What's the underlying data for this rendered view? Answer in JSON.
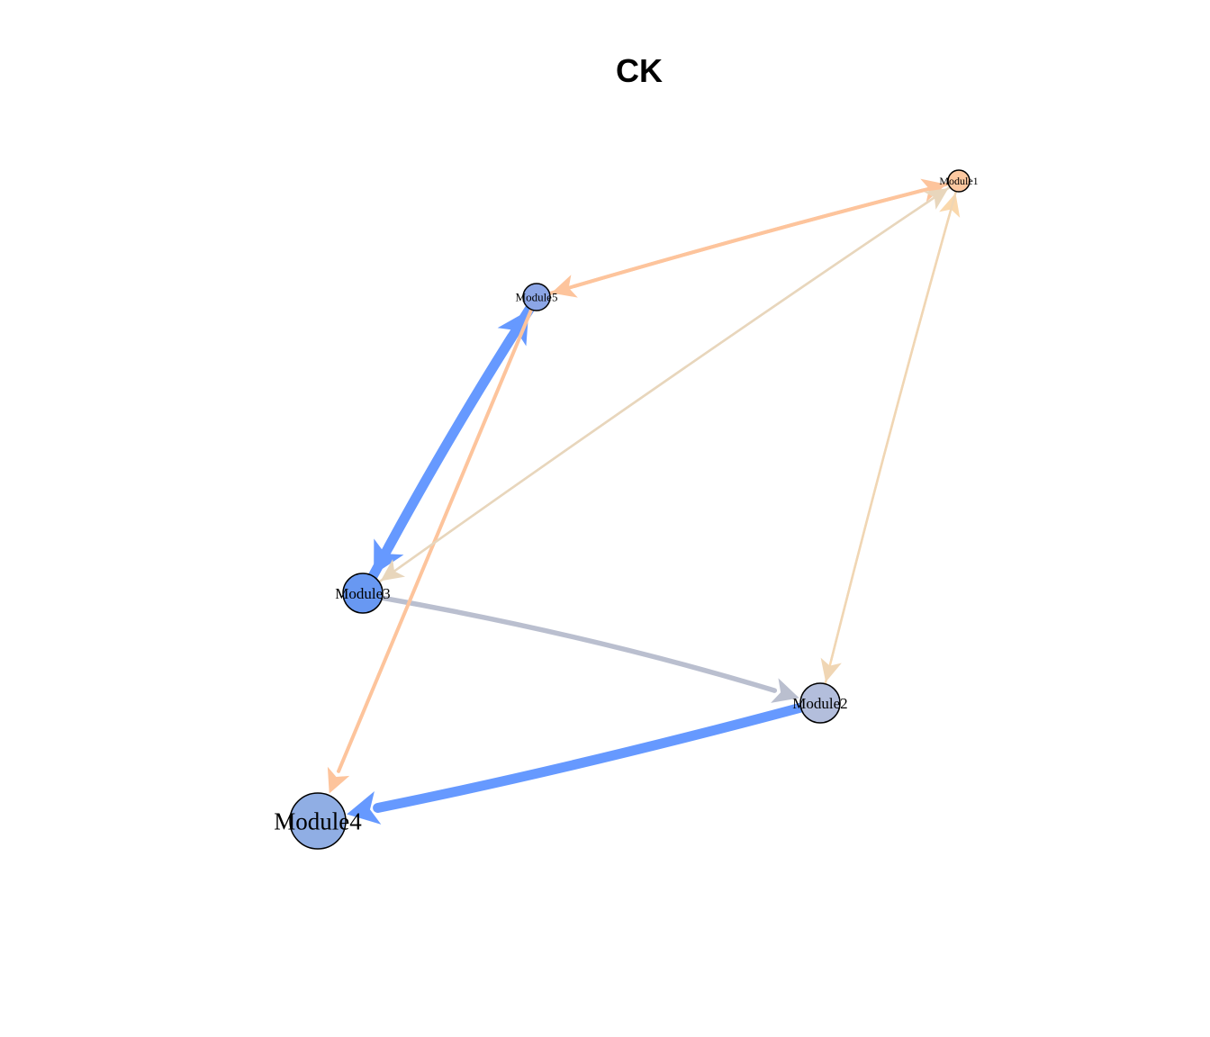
{
  "title": "CK",
  "nodes": [
    {
      "id": "Module1",
      "label": "Module1",
      "color": "#FCC8A0"
    },
    {
      "id": "Module2",
      "label": "Module2",
      "color": "#B3BEDC"
    },
    {
      "id": "Module3",
      "label": "Module3",
      "color": "#6898F2"
    },
    {
      "id": "Module4",
      "label": "Module4",
      "color": "#90AEE4"
    },
    {
      "id": "Module5",
      "label": "Module5",
      "color": "#8CA6E6"
    }
  ],
  "edges": [
    {
      "from": "Module3",
      "to": "Module5",
      "color": "#6699FF",
      "weight": 5
    },
    {
      "from": "Module5",
      "to": "Module3",
      "color": "#6699FF",
      "weight": 5
    },
    {
      "from": "Module2",
      "to": "Module4",
      "color": "#6699FF",
      "weight": 5
    },
    {
      "from": "Module3",
      "to": "Module2",
      "color": "#BABFCF",
      "weight": 3
    },
    {
      "from": "Module5",
      "to": "Module4",
      "color": "#FDC49C",
      "weight": 2
    },
    {
      "from": "Module5",
      "to": "Module1",
      "color": "#FDC49C",
      "weight": 2
    },
    {
      "from": "Module1",
      "to": "Module5",
      "color": "#FDC49C",
      "weight": 2
    },
    {
      "from": "Module3",
      "to": "Module1",
      "color": "#E8D6BC",
      "weight": 1
    },
    {
      "from": "Module1",
      "to": "Module3",
      "color": "#E8D6BC",
      "weight": 1
    },
    {
      "from": "Module2",
      "to": "Module1",
      "color": "#FAD8AC",
      "weight": 1
    },
    {
      "from": "Module1",
      "to": "Module2",
      "color": "#F0D6B4",
      "weight": 1
    }
  ]
}
